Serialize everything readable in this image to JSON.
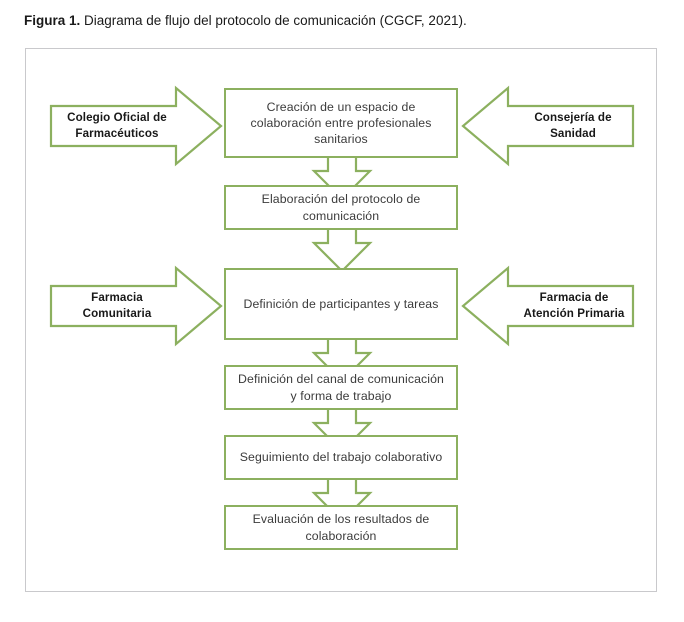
{
  "caption": {
    "label": "Figura 1.",
    "text": " Diagrama de flujo del protocolo de comunicación (CGCF, 2021)."
  },
  "colors": {
    "flow_green": "#8cb05f",
    "box_text": "#3b3b3b",
    "label_text": "#181818",
    "frame_border": "#c9c9cc",
    "background": "#ffffff"
  },
  "diagram": {
    "type": "flowchart",
    "orientation": "vertical",
    "steps": [
      {
        "id": "step-1",
        "label": "Creación de un espacio de colaboración entre profesionales sanitarios"
      },
      {
        "id": "step-2",
        "label": "Elaboración del protocolo de comunicación"
      },
      {
        "id": "step-3",
        "label": "Definición de participantes y tareas"
      },
      {
        "id": "step-4",
        "label": "Definición del canal de comunicación y forma de trabajo"
      },
      {
        "id": "step-5",
        "label": "Seguimiento del trabajo colaborativo"
      },
      {
        "id": "step-6",
        "label": "Evaluación de los resultados de colaboración"
      }
    ],
    "actors": [
      {
        "id": "actor-left-1",
        "label": "Colegio Oficial de Farmacéuticos",
        "side": "left",
        "points_to": "step-1",
        "direction": "right"
      },
      {
        "id": "actor-right-1",
        "label": "Consejería de Sanidad",
        "side": "right",
        "points_to": "step-1",
        "direction": "left"
      },
      {
        "id": "actor-left-2",
        "label": "Farmacia Comunitaria",
        "side": "left",
        "points_to": "step-3",
        "direction": "right"
      },
      {
        "id": "actor-right-2",
        "label": "Farmacia de Atención Primaria",
        "side": "right",
        "points_to": "step-3",
        "direction": "left"
      }
    ],
    "connectors": [
      {
        "from": "step-1",
        "to": "step-2",
        "style": "hollow-down-arrow"
      },
      {
        "from": "step-2",
        "to": "step-3",
        "style": "hollow-down-arrow"
      },
      {
        "from": "step-3",
        "to": "step-4",
        "style": "hollow-down-arrow"
      },
      {
        "from": "step-4",
        "to": "step-5",
        "style": "hollow-down-arrow"
      },
      {
        "from": "step-5",
        "to": "step-6",
        "style": "hollow-down-arrow"
      }
    ]
  }
}
